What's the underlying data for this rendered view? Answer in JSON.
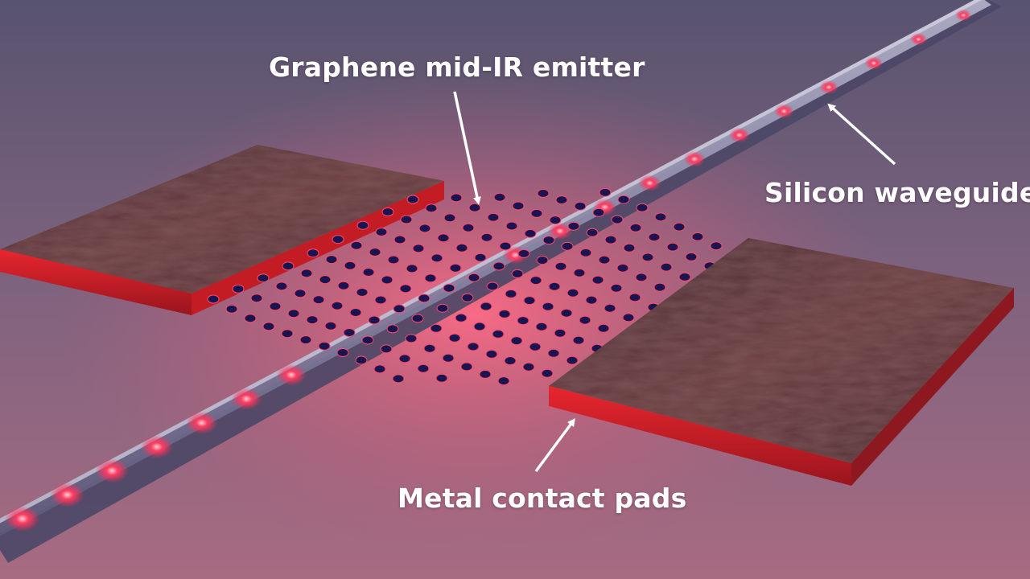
{
  "labels": {
    "emitter": "Graphene mid-IR emitter",
    "waveguide": "Silicon waveguide",
    "pads": "Metal contact pads"
  },
  "colors": {
    "background_top": "#5b5673",
    "background_glow": "#e8637d",
    "waveguide_body": "#8a8aa8",
    "mode_glow": "#ff2a55",
    "pad_top": "#5a3434",
    "pad_edge": "#d42028",
    "graphene_atom": "#1a1550",
    "arrow": "#ffffff",
    "label_text": "#ffffff"
  }
}
